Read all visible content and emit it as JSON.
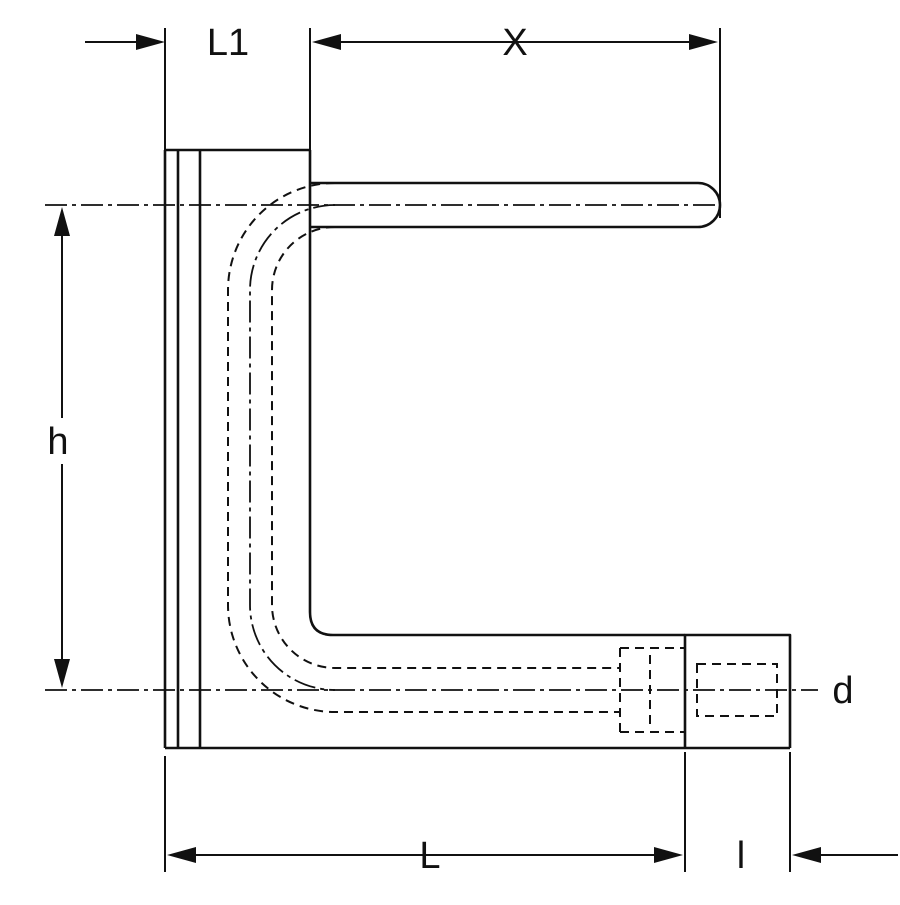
{
  "diagram": {
    "kind": "technical dimension drawing",
    "subject": "pipe bend with mounting plate, rounded top connector and threaded end fitting",
    "labels": {
      "l1": "L1",
      "x": "X",
      "h": "h",
      "L": "L",
      "l": "l",
      "d": "d"
    },
    "colors": {
      "line": "#111111",
      "background": "#ffffff"
    }
  }
}
